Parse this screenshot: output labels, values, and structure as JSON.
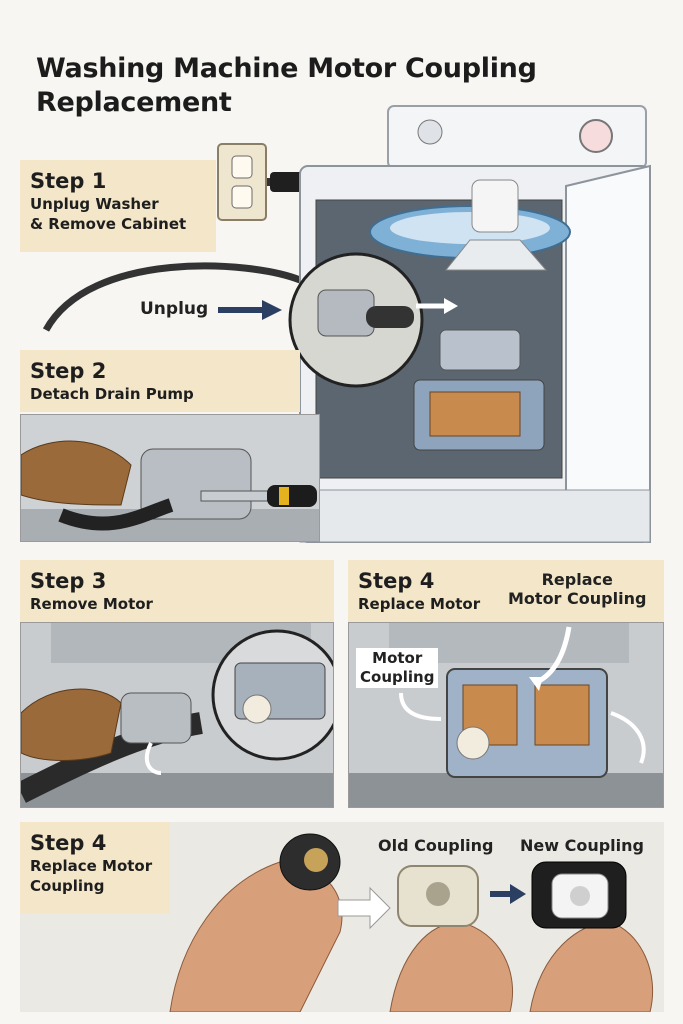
{
  "title": {
    "line1": "Washing Machine Motor Coupling",
    "line2": "Replacement"
  },
  "steps": [
    {
      "heading": "Step 1",
      "lines": [
        "Unplug Washer",
        "& Remove Cabinet"
      ]
    },
    {
      "heading": "Step 2",
      "lines": [
        "Detach Drain Pump"
      ]
    },
    {
      "heading": "Step 3",
      "lines": [
        "Remove Motor"
      ]
    },
    {
      "heading": "Step 4",
      "lines": [
        "Replace Motor"
      ]
    },
    {
      "heading": "Step 4",
      "lines": [
        "Replace Motor",
        "Coupling"
      ]
    }
  ],
  "callouts": {
    "unplug": "Unplug",
    "replace_coupling": [
      "Replace",
      "Motor Coupling"
    ],
    "motor_coupling": [
      "Motor",
      "Coupling"
    ],
    "old_coupling": "Old Coupling",
    "new_coupling": "New Coupling"
  },
  "colors": {
    "label_bg": "#f3e6c9",
    "arrow": "#2b3f63",
    "glove": "#9a6a3a",
    "washer": "#eef0f3"
  }
}
